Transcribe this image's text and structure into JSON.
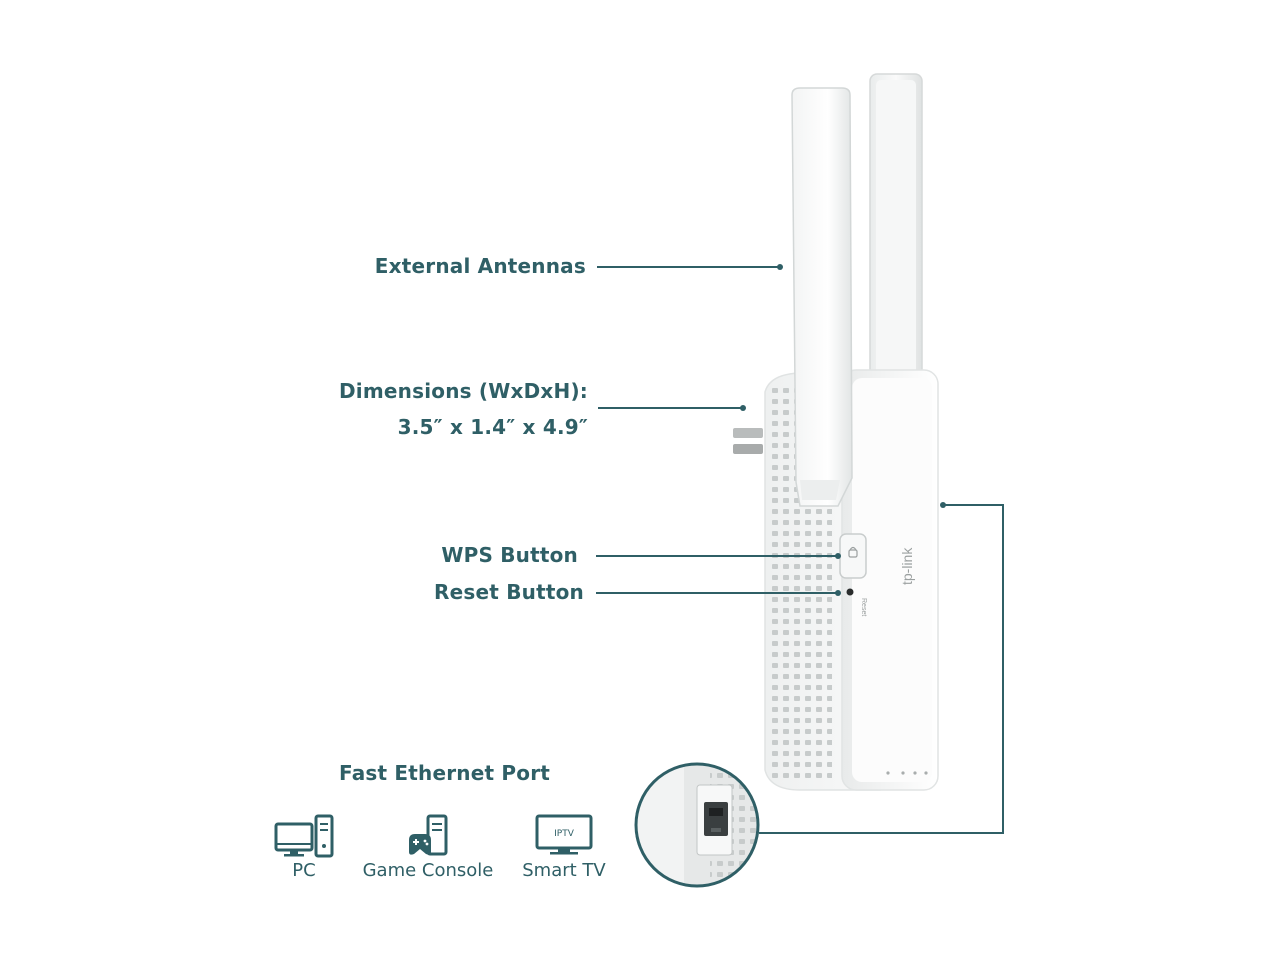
{
  "callouts": {
    "antennas": "External Antennas",
    "dimensions_title": "Dimensions (WxDxH):",
    "dimensions_value": "3.5″ x 1.4″ x 4.9″",
    "wps": "WPS Button",
    "reset": "Reset Button"
  },
  "ethernet": {
    "title": "Fast Ethernet Port",
    "devices": [
      {
        "label": "PC",
        "icon": "pc-icon"
      },
      {
        "label": "Game Console",
        "icon": "game-console-icon"
      },
      {
        "label": "Smart TV",
        "icon": "smart-tv-icon"
      }
    ]
  },
  "device_markings": {
    "brand": "tp-link",
    "reset_text": "Reset",
    "tv_icon_text": "IPTV"
  },
  "colors": {
    "accent": "#2f5f66",
    "device_white": "#f4f5f5",
    "shadow": "#d9dcdc"
  }
}
